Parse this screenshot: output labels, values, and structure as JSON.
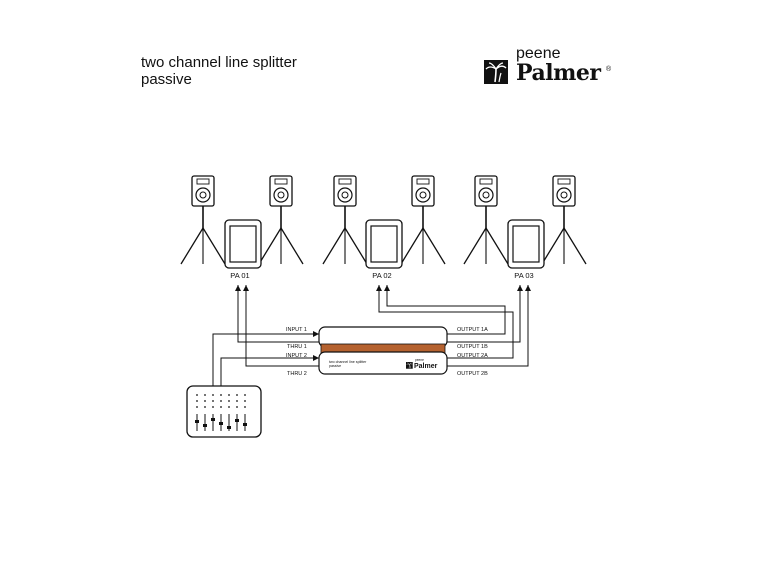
{
  "title": {
    "line1": "two channel line splitter",
    "line2": "passive"
  },
  "brand": {
    "small": "peene",
    "name": "Palmer",
    "registered": "®"
  },
  "pa_labels": [
    "PA 01",
    "PA 02",
    "PA 03"
  ],
  "inputs": {
    "input1": "INPUT 1",
    "thru1": "THRU 1",
    "input2": "INPUT 2",
    "thru2": "THRU 2"
  },
  "outputs": {
    "out1a": "OUTPUT 1A",
    "out1b": "OUTPUT 1B",
    "out2a": "OUTPUT 2A",
    "out2b": "OUTPUT 2B"
  },
  "device": {
    "line1": "two channel line splitter",
    "line2": "passive",
    "brand_small": "peene",
    "brand": "Palmer"
  },
  "colors": {
    "line": "#111111",
    "accent": "#b5622f"
  }
}
